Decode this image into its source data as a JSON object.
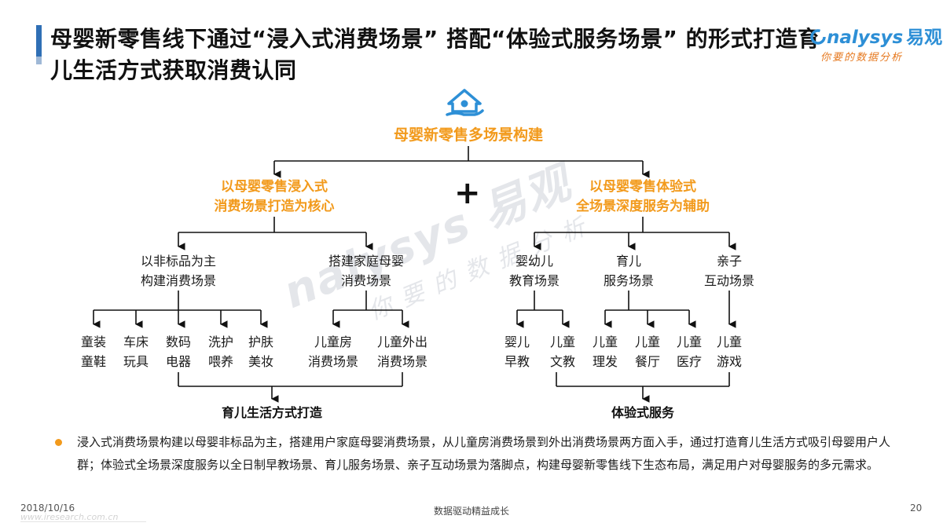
{
  "title": "母婴新零售线下通过“浸入式消费场景” 搭配“体验式服务场景” 的形式打造育儿生活方式获取消费认同",
  "logo": {
    "brand": "nalysys",
    "brand_cn": "易观",
    "tagline": "你要的数据分析"
  },
  "diagram": {
    "root": "母婴新零售多场景构建",
    "plus": "+",
    "left_branch": {
      "line1": "以母婴零售浸入式",
      "line2": "消费场景打造为核心",
      "sub1": {
        "line1": "以非标品为主",
        "line2": "构建消费场景",
        "leaves": [
          {
            "line1": "童装",
            "line2": "童鞋"
          },
          {
            "line1": "车床",
            "line2": "玩具"
          },
          {
            "line1": "数码",
            "line2": "电器"
          },
          {
            "line1": "洗护",
            "line2": "喂养"
          },
          {
            "line1": "护肤",
            "line2": "美妆"
          }
        ]
      },
      "sub2": {
        "line1": "搭建家庭母婴",
        "line2": "消费场景",
        "leaves": [
          {
            "line1": "儿童房",
            "line2": "消费场景"
          },
          {
            "line1": "儿童外出",
            "line2": "消费场景"
          }
        ]
      },
      "result": "育儿生活方式打造"
    },
    "right_branch": {
      "line1": "以母婴零售体验式",
      "line2": "全场景深度服务为辅助",
      "sub1": {
        "line1": "婴幼儿",
        "line2": "教育场景",
        "leaves": [
          {
            "line1": "婴儿",
            "line2": "早教"
          },
          {
            "line1": "儿童",
            "line2": "文教"
          }
        ]
      },
      "sub2": {
        "line1": "育儿",
        "line2": "服务场景",
        "leaves": [
          {
            "line1": "儿童",
            "line2": "理发"
          },
          {
            "line1": "儿童",
            "line2": "餐厅"
          },
          {
            "line1": "儿童",
            "line2": "医疗"
          }
        ]
      },
      "sub3": {
        "line1": "亲子",
        "line2": "互动场景",
        "leaves": [
          {
            "line1": "儿童",
            "line2": "游戏"
          }
        ]
      },
      "result": "体验式服务"
    }
  },
  "watermark": {
    "line1": "nalysys 易观",
    "line2": "你要的数据分析"
  },
  "summary": "浸入式消费场景构建以母婴非标品为主，搭建用户家庭母婴消费场景，从儿童房消费场景到外出消费场景两方面入手，通过打造育儿生活方式吸引母婴用户人群；体验式全场景深度服务以全日制早教场景、育儿服务场景、亲子互动场景为落脚点，构建母婴新零售线下生态布局，满足用户对母婴服务的多元需求。",
  "footer": {
    "date": "2018/10/16",
    "url": "www.iresearch.com.cn",
    "center": "数据驱动精益成长",
    "page": "20"
  },
  "colors": {
    "accent": "#f29a1c",
    "brand_blue": "#2d8fd6",
    "title_bar": "#2f6fb5"
  }
}
